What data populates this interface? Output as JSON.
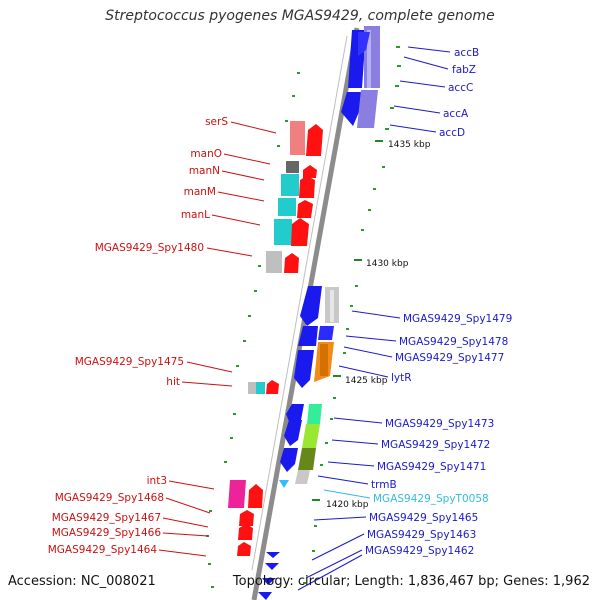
{
  "header": {
    "title": "Streptococcus pyogenes MGAS9429, complete genome"
  },
  "footer": {
    "accession": "Accession: NC_008021",
    "summary": "Topology: circular; Length: 1,836,467 bp; Genes: 1,962"
  },
  "scale_labels": [
    "1435 kbp",
    "1430 kbp",
    "1425 kbp",
    "1420 kbp"
  ],
  "genes": {
    "left": [
      "serS",
      "manO",
      "manN",
      "manM",
      "manL",
      "MGAS9429_Spy1480",
      "MGAS9429_Spy1475",
      "hit",
      "int3",
      "MGAS9429_Spy1468",
      "MGAS9429_Spy1467",
      "MGAS9429_Spy1466",
      "MGAS9429_Spy1464"
    ],
    "right": [
      "accB",
      "fabZ",
      "accC",
      "accA",
      "accD",
      "MGAS9429_Spy1479",
      "MGAS9429_Spy1478",
      "MGAS9429_Spy1477",
      "lytR",
      "MGAS9429_Spy1473",
      "MGAS9429_Spy1472",
      "MGAS9429_Spy1471",
      "trmB",
      "MGAS9429_SpyT0058",
      "MGAS9429_Spy1465",
      "MGAS9429_Spy1463",
      "MGAS9429_Spy1462"
    ]
  },
  "colors": {
    "backbone": "#8c8c8c",
    "left_label": "#cc1111",
    "right_label": "#1a1acc",
    "trna_label": "#33bbdd",
    "tick": "#1f8a1f"
  }
}
